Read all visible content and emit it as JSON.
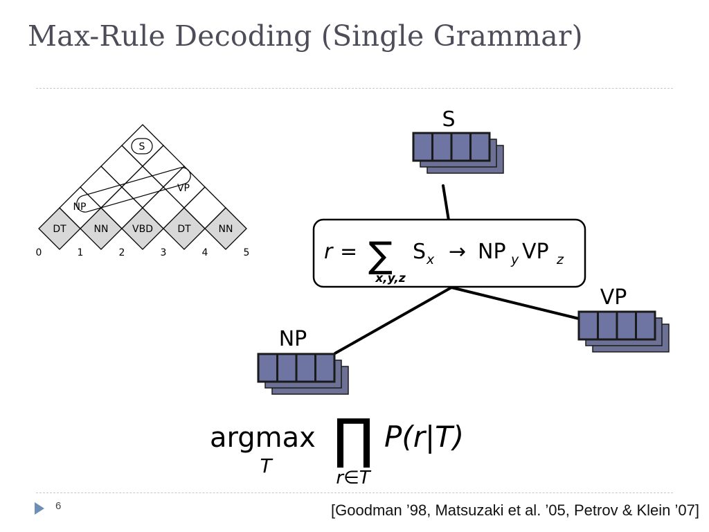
{
  "slide": {
    "title": "Max-Rule Decoding (Single Grammar)",
    "page_number": "6",
    "citation": "[Goodman ’98, Matsuzaki et al. ’05, Petrov & Klein ’07]"
  },
  "chart_grid": {
    "pos_tags": [
      "DT",
      "NN",
      "VBD",
      "DT",
      "NN"
    ],
    "positions": [
      "0",
      "1",
      "2",
      "3",
      "4",
      "5"
    ],
    "constituents": [
      "S",
      "NP",
      "VP"
    ]
  },
  "tree": {
    "root_label": "S",
    "left_child_label": "NP",
    "right_child_label": "VP"
  },
  "formulas": {
    "rule_lhs": "r",
    "equals": "=",
    "sum_symbol": "∑",
    "sum_subscript": "x,y,z",
    "rule_parent": "S",
    "rule_parent_sub": "x",
    "arrow": "→",
    "rule_child1": "NP",
    "rule_child1_sub": "y",
    "rule_child2": "VP",
    "rule_child2_sub": "z",
    "argmax": "argmax",
    "argmax_sub": "T",
    "prod_symbol": "∏",
    "prod_subscript": "r∈T",
    "prob_expression": "P(r|T)"
  },
  "colors": {
    "box_fill": "#6f75a3",
    "box_shadow_fill": "#6c7195",
    "cell_stroke": "#000000",
    "pos_cell_fill": "#d8d8d8",
    "title_color": "#4d4d5a",
    "nav_arrow": "#6e8fb5"
  }
}
